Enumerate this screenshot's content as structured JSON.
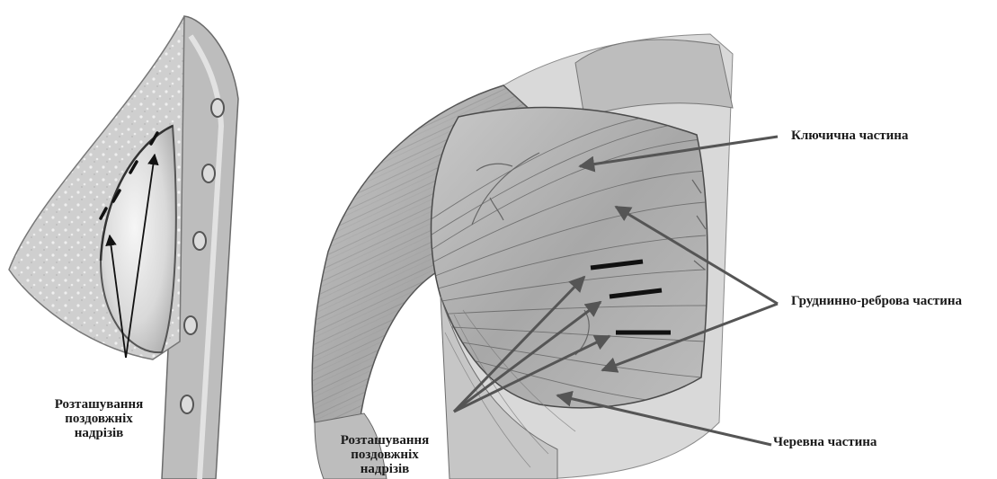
{
  "labels": {
    "clavicular": "Ключична частина",
    "sternocostal": "Груднинно-реброва частина",
    "abdominal": "Черевна частина",
    "incisions_left": [
      "Розташування",
      "поздовжніх",
      "надрізів"
    ],
    "incisions_right": [
      "Розташування",
      "поздовжніх",
      "надрізів"
    ]
  }
}
